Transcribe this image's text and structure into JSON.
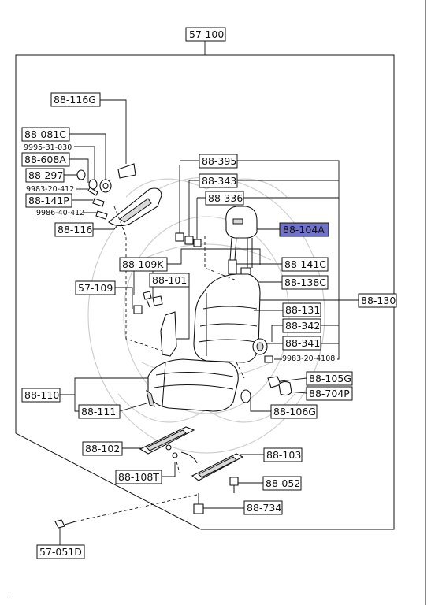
{
  "diagram": {
    "assembly_label": "57-100",
    "callouts": {
      "c_88_116G": "88-116G",
      "c_88_081C": "88-081C",
      "c_9995_31_030": "9995-31-030",
      "c_88_608A": "88-608A",
      "c_88_297": "88-297",
      "c_9983_20_412": "9983-20-412",
      "c_88_141P": "88-141P",
      "c_9986_40_412": "9986-40-412",
      "c_88_116": "88-116",
      "c_88_395": "88-395",
      "c_88_343": "88-343",
      "c_88_336": "88-336",
      "c_88_104A": "88-104A",
      "c_88_109K": "88-109K",
      "c_88_141C": "88-141C",
      "c_88_138C": "88-138C",
      "c_57_109": "57-109",
      "c_88_101": "88-101",
      "c_88_131": "88-131",
      "c_88_130": "88-130",
      "c_88_342": "88-342",
      "c_88_341": "88-341",
      "c_9983_20_4108": "9983-20-4108",
      "c_88_105G": "88-105G",
      "c_88_704P": "88-704P",
      "c_88_110": "88-110",
      "c_88_111": "88-111",
      "c_88_106G": "88-106G",
      "c_88_102": "88-102",
      "c_88_103": "88-103",
      "c_88_108T": "88-108T",
      "c_88_052": "88-052",
      "c_88_734": "88-734",
      "c_57_051D": "57-051D"
    },
    "highlight_color": "#6f72c8",
    "line_color": "#111111",
    "icons": [
      "headrest-icon",
      "seat-back-icon",
      "seat-cushion-icon",
      "seat-rail-icon",
      "recliner-cover-icon",
      "bolt-icon",
      "washer-icon",
      "nut-icon"
    ]
  }
}
